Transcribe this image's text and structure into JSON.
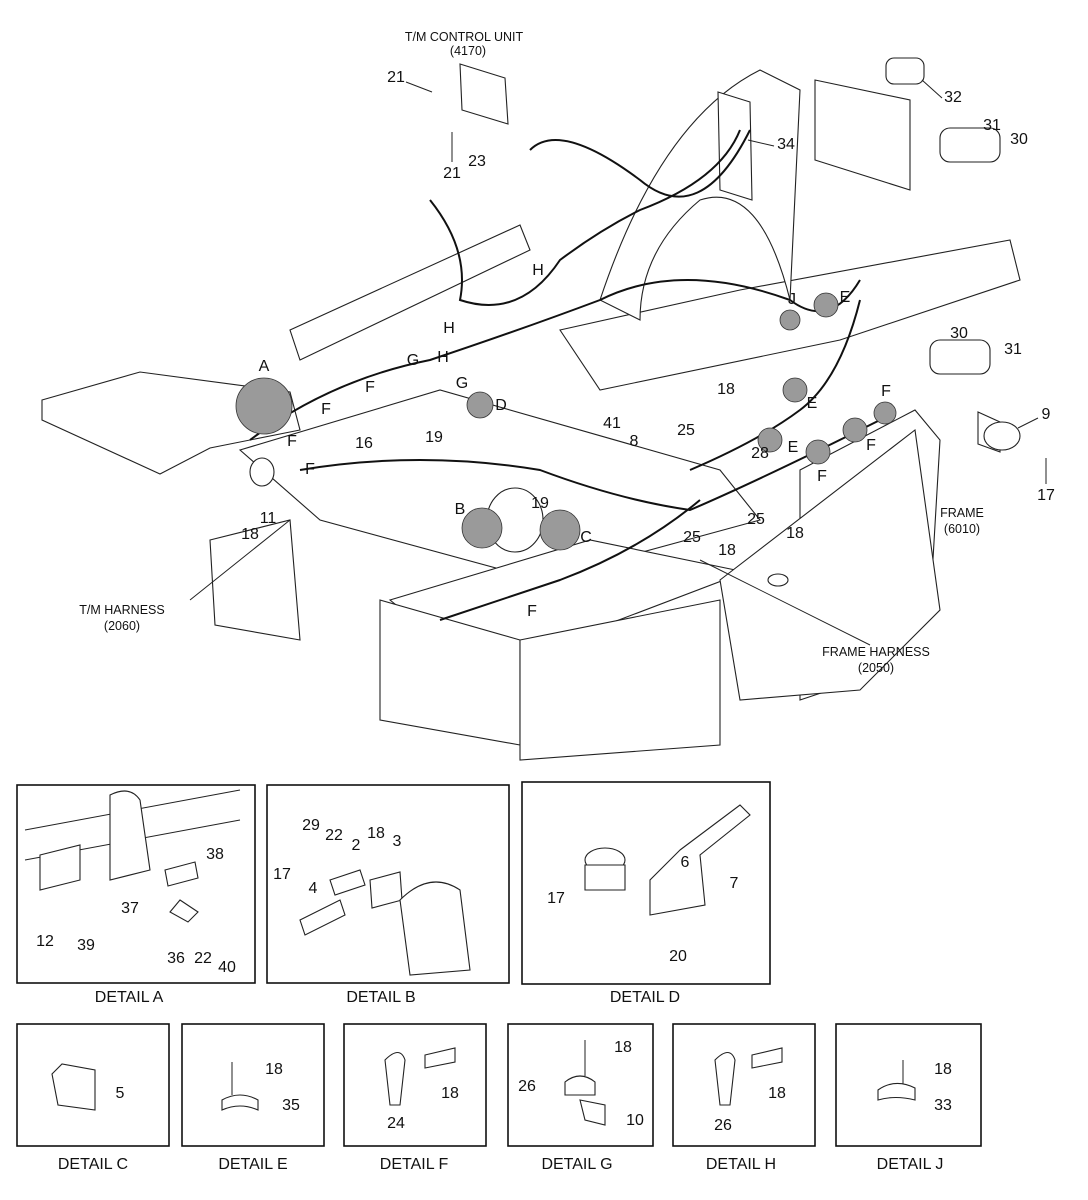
{
  "captions": {
    "tm_control_unit": "T/M CONTROL UNIT",
    "tm_control_unit_code": "(4170)",
    "tm_harness": "T/M HARNESS",
    "tm_harness_code": "(2060)",
    "frame_harness": "FRAME HARNESS",
    "frame_harness_code": "(2050)",
    "frame": "FRAME",
    "frame_code": "(6010)"
  },
  "details": {
    "a": "DETAIL A",
    "b": "DETAIL B",
    "c": "DETAIL C",
    "d": "DETAIL D",
    "e": "DETAIL E",
    "f": "DETAIL F",
    "g": "DETAIL G",
    "h": "DETAIL H",
    "j": "DETAIL J"
  },
  "letters": {
    "a": "A",
    "b": "B",
    "c": "C",
    "d": "D",
    "e": "E",
    "f": "F",
    "g": "G",
    "h": "H",
    "j": "J"
  },
  "parts": {
    "p2": "2",
    "p3": "3",
    "p4": "4",
    "p5": "5",
    "p6": "6",
    "p7": "7",
    "p8": "8",
    "p9": "9",
    "p10": "10",
    "p11": "11",
    "p12": "12",
    "p16": "16",
    "p17": "17",
    "p18": "18",
    "p19": "19",
    "p20": "20",
    "p21": "21",
    "p22": "22",
    "p23": "23",
    "p24": "24",
    "p25": "25",
    "p26": "26",
    "p28": "28",
    "p29": "29",
    "p30": "30",
    "p31": "31",
    "p32": "32",
    "p33": "33",
    "p34": "34",
    "p35": "35",
    "p36": "36",
    "p37": "37",
    "p38": "38",
    "p39": "39",
    "p40": "40",
    "p41": "41"
  }
}
